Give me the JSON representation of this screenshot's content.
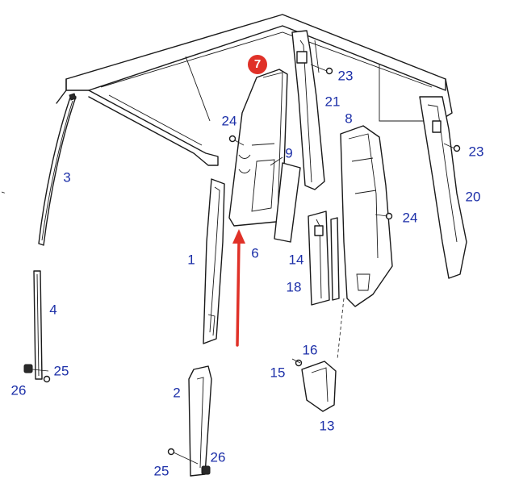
{
  "diagram": {
    "highlighted_part": "7",
    "highlight_color": "#e03128",
    "callout_color": "#1c2fa8",
    "callouts": [
      {
        "id": "21",
        "label": "21"
      },
      {
        "id": "23a",
        "label": "23"
      },
      {
        "id": "24a",
        "label": "24"
      },
      {
        "id": "9",
        "label": "9"
      },
      {
        "id": "8",
        "label": "8"
      },
      {
        "id": "23b",
        "label": "23"
      },
      {
        "id": "3",
        "label": "3"
      },
      {
        "id": "20",
        "label": "20"
      },
      {
        "id": "24b",
        "label": "24"
      },
      {
        "id": "1",
        "label": "1"
      },
      {
        "id": "6",
        "label": "6"
      },
      {
        "id": "14",
        "label": "14"
      },
      {
        "id": "18",
        "label": "18"
      },
      {
        "id": "4",
        "label": "4"
      },
      {
        "id": "16",
        "label": "16"
      },
      {
        "id": "15",
        "label": "15"
      },
      {
        "id": "25a",
        "label": "25"
      },
      {
        "id": "26a",
        "label": "26"
      },
      {
        "id": "2",
        "label": "2"
      },
      {
        "id": "13",
        "label": "13"
      },
      {
        "id": "26b",
        "label": "26"
      },
      {
        "id": "25b",
        "label": "25"
      }
    ]
  }
}
